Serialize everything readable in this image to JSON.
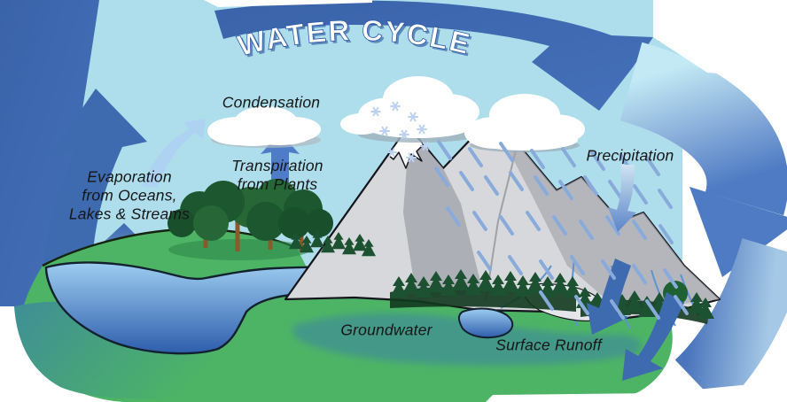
{
  "title": "WATER CYCLE",
  "labels": {
    "condensation": "Condensation",
    "transpiration": [
      "Transpiration",
      "from Plants"
    ],
    "evaporation": [
      "Evaporation",
      "from Oceans,",
      "Lakes & Streams"
    ],
    "precipitation": "Precipitation",
    "groundwater": "Groundwater",
    "surface_runoff": "Surface Runoff"
  },
  "colors": {
    "cycle_band_blue": "#3e6ab0",
    "sky_blue": "#aedeeb",
    "right_arrow_light": "#c2e9f4",
    "right_arrow_dark": "#5e87c8",
    "land_green": "#4db466",
    "groundwater_teal": "#3f8e96",
    "lake_light": "#9dcdf0",
    "lake_dark": "#2e5dac",
    "mountain_gray": "#d7d8db",
    "mountain_shadow": "#a9abb2",
    "forest_green": "#1c5231",
    "rain_blue": "#89abdb",
    "label_text": "#161616",
    "title_text": "#ffffff"
  }
}
